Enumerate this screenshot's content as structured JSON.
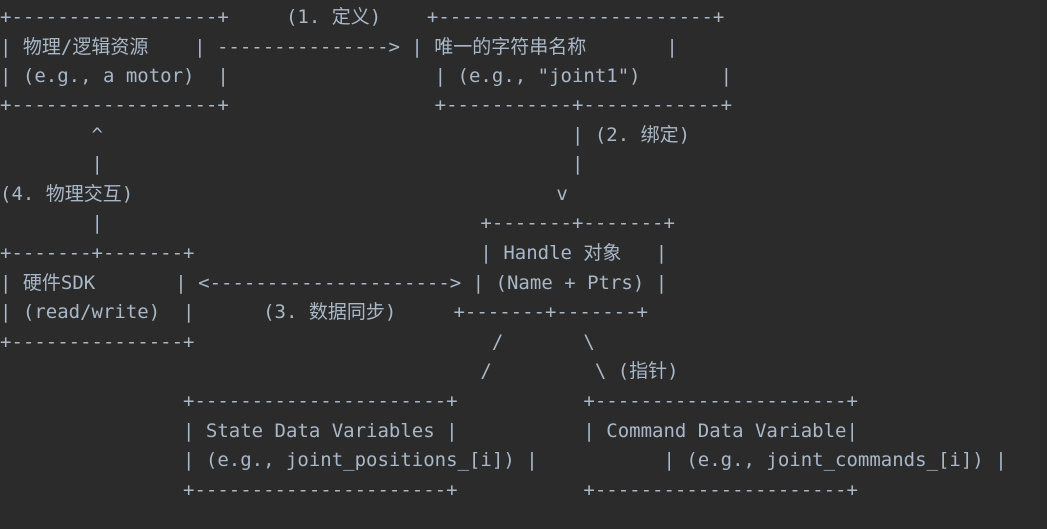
{
  "diagram": {
    "lines": [
      "+------------------+     (1. 定义)    +------------------------+",
      "| 物理/逻辑资源    | ---------------> | 唯一的字符串名称       |",
      "| (e.g., a motor)  |                  | (e.g., \"joint1\")       |",
      "+------------------+                  +-----------+------------+",
      "        ^                                         | (2. 绑定)",
      "        |                                         |",
      "(4. 物理交互)                                     v",
      "        |                                 +-------+-------+",
      "+-------+-------+                         | Handle 对象   |",
      "| 硬件SDK       | <---------------------> | (Name + Ptrs) |",
      "| (read/write)  |      (3. 数据同步)     +-------+-------+",
      "+---------------+                          /       \\",
      "                                          /         \\ (指针)",
      "                +----------------------+           +----------------------+",
      "                | State Data Variables |           | Command Data Variable|",
      "                | (e.g., joint_positions_[i]) |           | (e.g., joint_commands_[i]) |",
      "                +----------------------+           +----------------------+"
    ]
  }
}
